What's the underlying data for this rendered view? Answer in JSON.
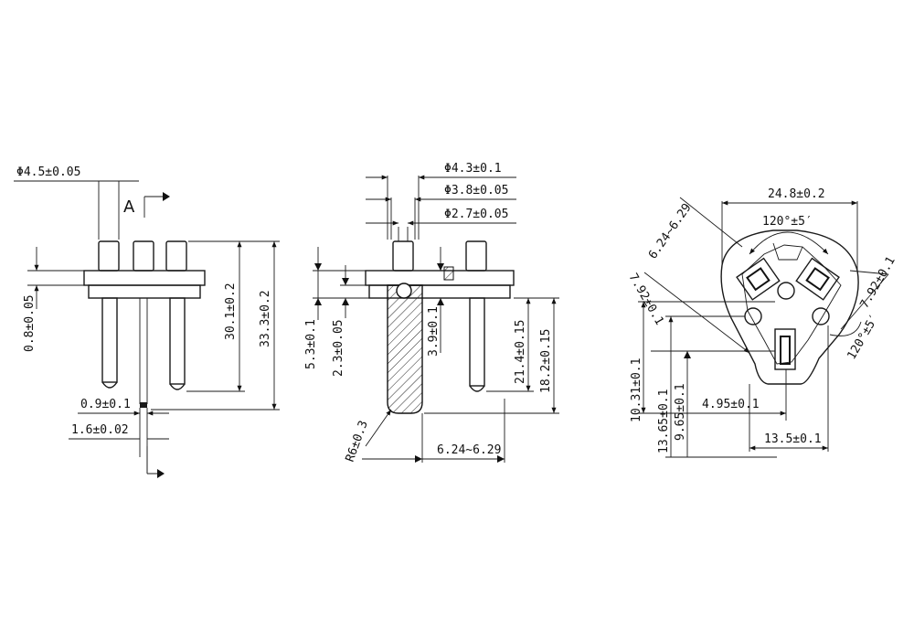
{
  "view_left": {
    "dia_pin": "Φ4.5±0.05",
    "section_label": "A",
    "flange_thickness": "0.8±0.05",
    "short_pin_length": "30.1±0.2",
    "total_length": "33.3±0.2",
    "wire_dia": "0.9±0.1",
    "wire_gap": "1.6±0.02"
  },
  "view_middle": {
    "dia_outer": "Φ4.3±0.1",
    "dia_mid": "Φ3.8±0.05",
    "dia_inner": "Φ2.7±0.05",
    "h_top": "5.3±0.1",
    "h_flange": "2.3±0.05",
    "h_hole": "3.9±0.1",
    "h_pin": "21.4±0.15",
    "h_pin2": "18.2±0.15",
    "radius": "R6±0.3",
    "spacing": "6.24~6.29"
  },
  "view_right": {
    "width": "24.8±0.2",
    "angle_top": "120°±5′",
    "angle_right": "120°±5′",
    "diag_spacing": "6.24~6.29",
    "slot_left": "7.92±0.1",
    "slot_right": "7.92±0.1",
    "h1": "10.31±0.1",
    "h2": "13.65±0.1",
    "h3": "9.65±0.1",
    "w1": "4.95±0.1",
    "w2": "13.5±0.1"
  }
}
